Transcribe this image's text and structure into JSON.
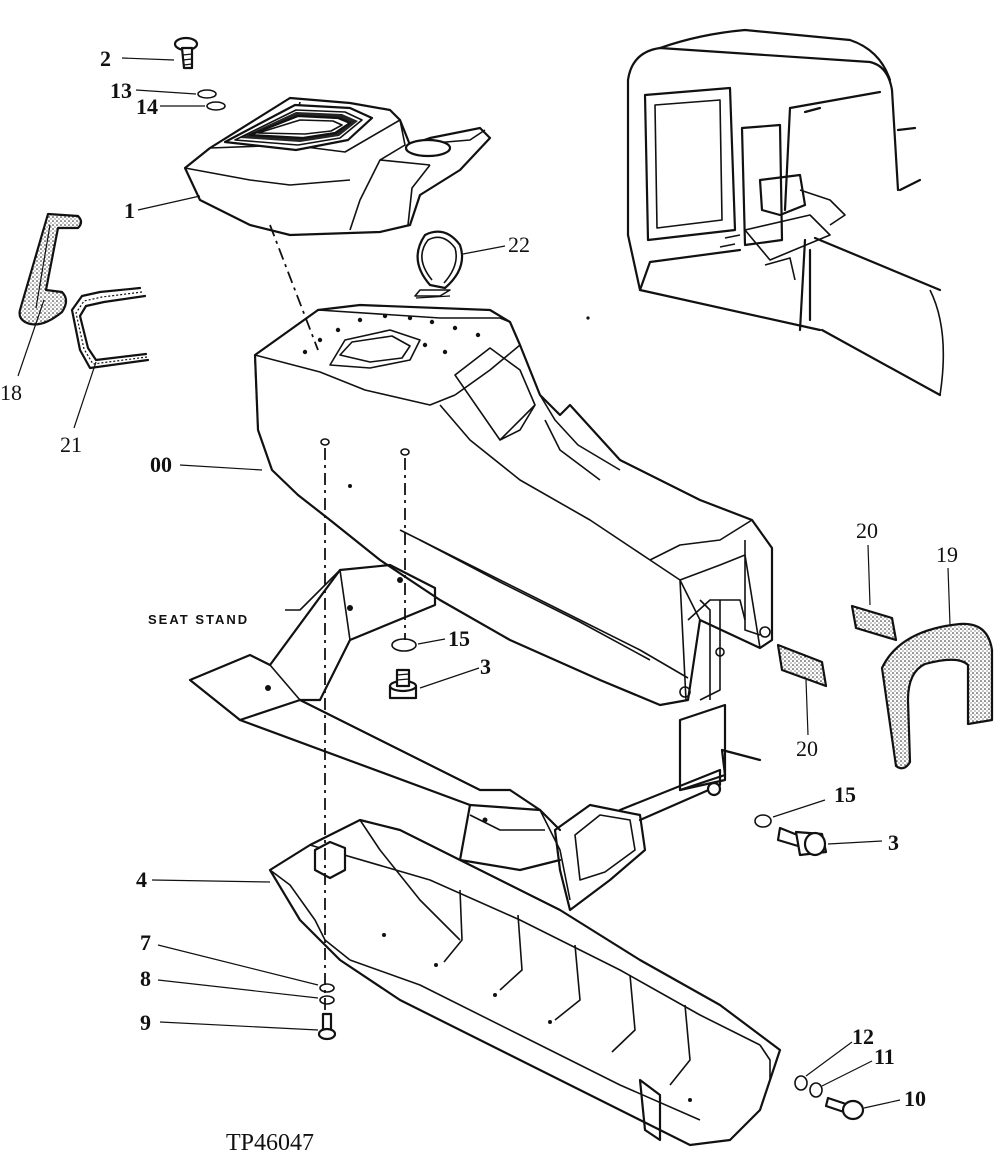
{
  "drawing_code": "TP46047",
  "seat_stand_label": "SEAT STAND",
  "callouts": {
    "c1": "1",
    "c2": "2",
    "c3a": "3",
    "c3b": "3",
    "c4": "4",
    "c7": "7",
    "c8": "8",
    "c9": "9",
    "c10": "10",
    "c11": "11",
    "c12": "12",
    "c13": "13",
    "c14": "14",
    "c15a": "15",
    "c15b": "15",
    "c18": "18",
    "c19": "19",
    "c20a": "20",
    "c20b": "20",
    "c21": "21",
    "c22": "22",
    "c00": "00"
  }
}
